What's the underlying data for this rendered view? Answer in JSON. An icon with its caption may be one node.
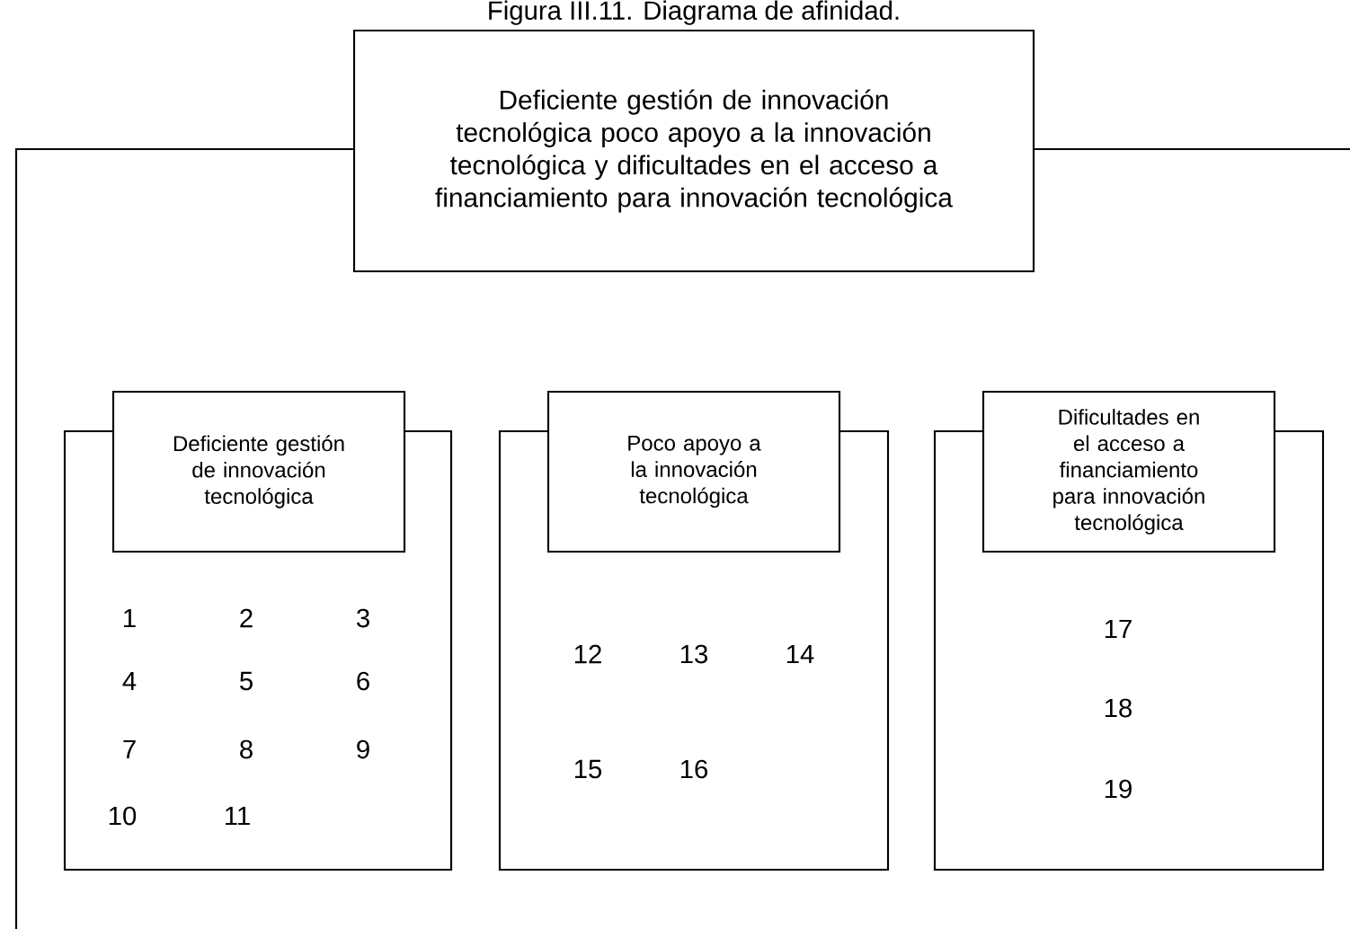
{
  "diagram": {
    "title": "Figura III.11. Diagrama de afinidad.",
    "nodes": [
      {
        "text": [
          "Deficiente gestión de innovación tecnológica poco apoyo a la innovación tecnológica y dificultades en el acceso a financiamiento para innovación tecnológica"
        ]
      },
      {
        "text": [
          "1",
          "2",
          "3",
          "4",
          "5",
          "6",
          "7",
          "8",
          "9",
          "10",
          "11"
        ]
      },
      {
        "text": [
          "Deficiente gestión de innovación tecnológica"
        ]
      },
      {
        "text": [
          "12",
          "13",
          "14",
          "15",
          "16"
        ]
      },
      {
        "text": [
          "Poco apoyo a la innovación tecnológica"
        ]
      },
      {
        "text": [
          "17",
          "18",
          "19"
        ]
      },
      {
        "text": [
          "Dificultades en el acceso a financiamiento para innovación tecnológica"
        ]
      }
    ]
  }
}
